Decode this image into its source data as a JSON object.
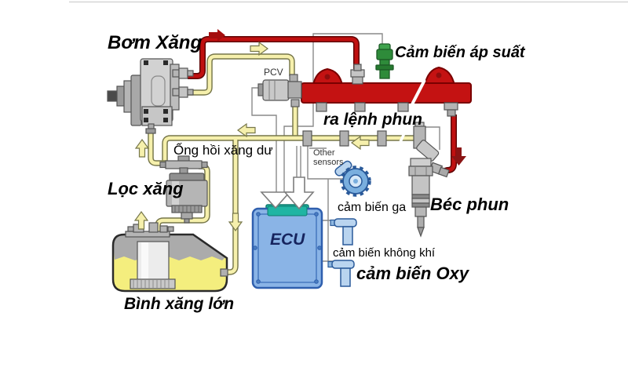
{
  "diagram": {
    "labels": {
      "fuel_pump": "Bơm Xăng",
      "pressure_sensor": "Cảm biến áp suất",
      "pcv": "PCV",
      "injection_command": "ra lệnh phun",
      "fuel_return_pipe": "Ống hồi xăng dư",
      "fuel_filter": "Lọc xăng",
      "other_sensors": "Other sensors",
      "throttle_sensor": "cảm biến ga",
      "ecu": "ECU",
      "air_sensor": "cảm biến không khí",
      "oxygen_sensor": "cảm biến Oxy",
      "injector": "Béc phun",
      "fuel_tank": "Bình xăng lớn"
    },
    "colors": {
      "high_pressure_pipe": "#c01010",
      "low_pressure_pipe": "#f6f0ac",
      "fuel": "#f4ee7e",
      "fuel_rail": "#c41212",
      "ecu_body": "#8ab4e6",
      "ecu_connector": "#1fb5a3",
      "pressure_sensor_green": "#2e8b3a",
      "sensor_blue": "#b9d4ef"
    }
  }
}
